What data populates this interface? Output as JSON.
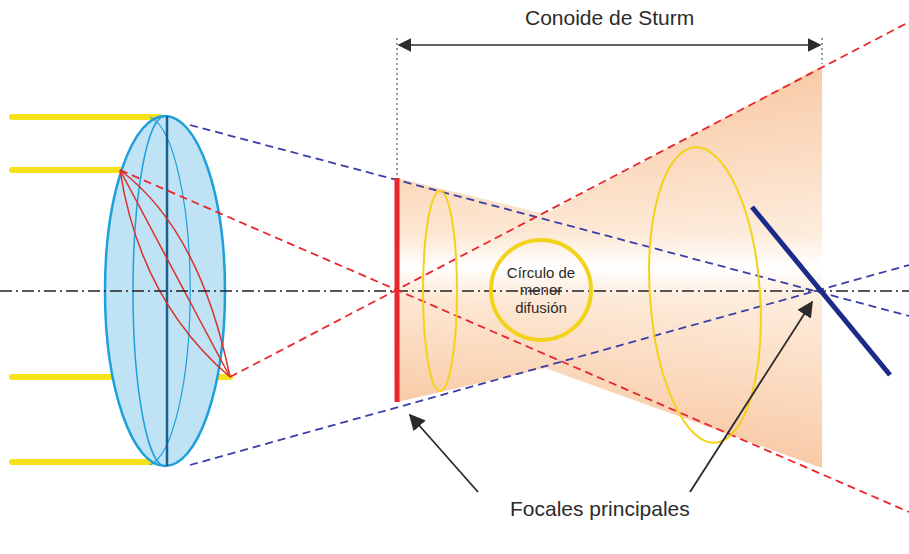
{
  "diagram": {
    "nodes": [
      {
        "text": [
          "Círculo de menor difusión"
        ]
      }
    ],
    "labels": [
      "Conoide de Sturm",
      "Focales principales"
    ]
  }
}
